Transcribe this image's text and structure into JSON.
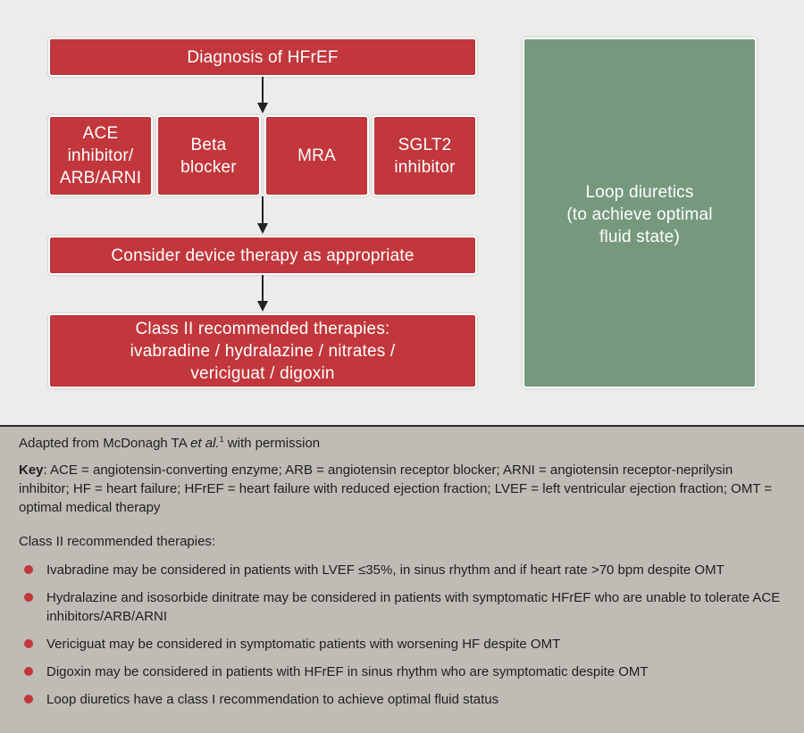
{
  "flowchart": {
    "diagnosis": "Diagnosis of HFrEF",
    "ace": "ACE\ninhibitor/\nARB/ARNI",
    "beta": "Beta\nblocker",
    "mra": "MRA",
    "sglt2": "SGLT2\ninhibitor",
    "device": "Consider device therapy as appropriate",
    "class2": "Class II recommended therapies:\nivabradine / hydralazine / nitrates /\nvericiguat / digoxin",
    "loop": "Loop diuretics\n(to achieve optimal\nfluid state)"
  },
  "colors": {
    "red_box": "#c1373c",
    "green_box": "#76997e",
    "diagram_background": "#ececeb",
    "notes_background": "#bfbcb5"
  },
  "notes": {
    "source_prefix": "Adapted from McDonagh TA ",
    "source_etal": "et al.",
    "source_ref": "1",
    "source_suffix": " with permission",
    "key_label": "Key",
    "key_text": ": ACE = angiotensin-converting enzyme; ARB = angiotensin receptor blocker; ARNI = angiotensin receptor-neprilysin inhibitor; HF = heart failure; HFrEF = heart failure with reduced ejection fraction; LVEF = left ventricular ejection fraction; OMT = optimal medical therapy",
    "class_heading": "Class II recommended therapies:",
    "bullets": [
      "Ivabradine may be considered in patients with LVEF ≤35%, in sinus rhythm and if heart rate >70 bpm despite OMT",
      "Hydralazine and isosorbide dinitrate may be considered in patients with symptomatic HFrEF who are unable to tolerate ACE inhibitors/ARB/ARNI",
      "Vericiguat may be considered in symptomatic patients with worsening HF despite OMT",
      "Digoxin may be considered in patients with HFrEF in sinus rhythm who are symptomatic despite OMT",
      "Loop diuretics have a class I recommendation to achieve optimal fluid status"
    ]
  }
}
